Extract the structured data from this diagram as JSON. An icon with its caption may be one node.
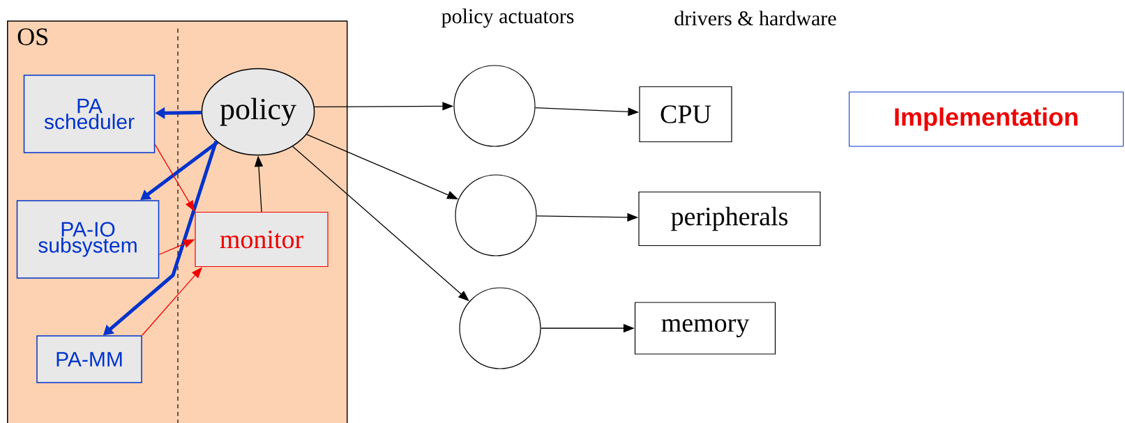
{
  "diagram": {
    "nodes": [
      {
        "text": [
          "OS"
        ]
      },
      {
        "text": [
          "PA scheduler"
        ],
        "in": 0
      },
      {
        "text": [
          "policy"
        ],
        "in": 0
      },
      {
        "text": [
          "PA-IO subsystem"
        ],
        "in": 0
      },
      {
        "text": [
          "monitor"
        ],
        "in": 0
      },
      {
        "text": [
          "PA-MM"
        ],
        "in": 0
      },
      {
        "text": [],
        "shape": "circle"
      },
      {
        "text": [
          "CPU"
        ]
      },
      {
        "text": [
          "Implementation"
        ]
      },
      {
        "text": [],
        "shape": "circle"
      },
      {
        "text": [
          "peripherals"
        ]
      },
      {
        "text": [],
        "shape": "circle"
      },
      {
        "text": [
          "memory"
        ]
      }
    ],
    "edges": [
      {
        "from": 2,
        "to": 1,
        "arrow": "to",
        "style": "thick",
        "color": "#0033cc"
      },
      {
        "from": 2,
        "to": 3,
        "arrow": "to",
        "style": "thick",
        "color": "#0033cc"
      },
      {
        "from": 2,
        "to": 5,
        "arrow": "to",
        "style": "thick",
        "color": "#0033cc"
      },
      {
        "from": 4,
        "to": 2,
        "arrow": "to"
      },
      {
        "from": 1,
        "to": 4,
        "arrow": "to",
        "color": "#ee0000"
      },
      {
        "from": 3,
        "to": 4,
        "arrow": "to",
        "color": "#ee0000"
      },
      {
        "from": 5,
        "to": 4,
        "arrow": "to",
        "color": "#ee0000"
      },
      {
        "from": 2,
        "to": 6,
        "arrow": "to"
      },
      {
        "from": 2,
        "to": 9,
        "arrow": "to"
      },
      {
        "from": 2,
        "to": 11,
        "arrow": "to"
      },
      {
        "from": 6,
        "to": 7,
        "arrow": "to"
      },
      {
        "from": 9,
        "to": 10,
        "arrow": "to"
      },
      {
        "from": 11,
        "to": 12,
        "arrow": "to"
      }
    ],
    "labels": [
      "policy actuators",
      "drivers & hardware"
    ]
  }
}
